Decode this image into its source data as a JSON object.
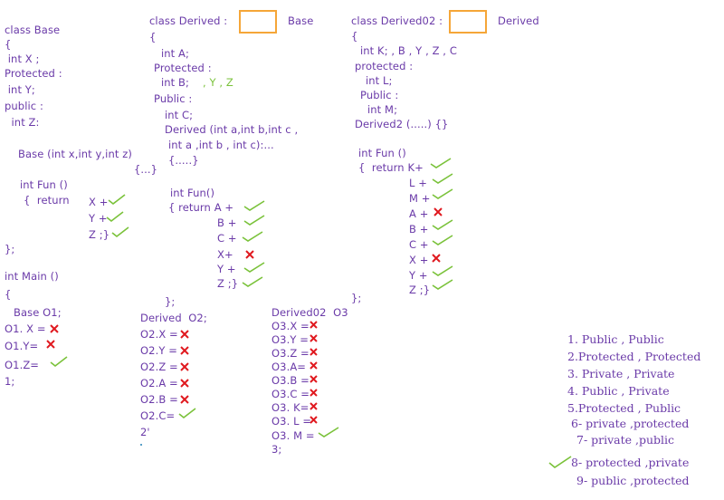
{
  "base": {
    "lines": [
      "class Base",
      "{",
      " int X ;",
      "Protected :",
      " int Y;",
      "public :",
      "  int Z:"
    ],
    "ctor1": "Base (int x,int y,int z)",
    "ctor2": "{...}",
    "fun": "int Fun ()",
    "ret": "{  return",
    "x": "X +",
    "y": "Y +",
    "z": "Z ;}",
    "close": "};"
  },
  "derived": {
    "head": "class Derived :",
    "parent": "Base",
    "lines": [
      "{",
      "int A;",
      "Protected :",
      "int B;",
      "Public :",
      "int C;",
      "Derived (int a,int b,int c ,",
      "int a ,int b , int c):...",
      "{.....}"
    ],
    "b_extra": ", Y , Z",
    "fun": "int Fun()",
    "ret": "{ return A +",
    "b": "B +",
    "c": "C +",
    "x": "X+",
    "y": "Y +",
    "z": "Z ;}",
    "close": "};"
  },
  "derived02": {
    "head": "class Derived02 :",
    "parent": "Derived",
    "lines": [
      "{",
      "int K; , B , Y , Z , C",
      "protected :",
      "int L;",
      "Public :",
      "int M;",
      "Derived2 (.....) {}"
    ],
    "fun": "int Fun ()",
    "ret": "{  return K+",
    "terms": [
      "L +",
      "M +",
      "A +",
      "B +",
      "C +",
      "X +",
      "Y +",
      "Z ;}"
    ],
    "close": "};"
  },
  "main": {
    "head": "int Main ()",
    "open": "{",
    "decl": "Base O1;",
    "o1x": "O1. X =",
    "o1y": "O1.Y=",
    "o1z": "O1.Z=",
    "end": "1;"
  },
  "main2": {
    "decl": "Derived  O2;",
    "rows": [
      "O2.X =",
      "O2.Y =",
      "O2.Z =",
      "O2.A =",
      "O2.B =",
      "O2.C="
    ],
    "end": "2'"
  },
  "main3": {
    "decl": "Derived02  O3",
    "rows": [
      "O3.X =",
      "O3.Y =",
      "O3.Z =",
      "O3.A=",
      "O3.B =",
      "O3.C =",
      "O3. K=",
      "O3. L ="
    ],
    "m": "O3. M =",
    "end": "3;"
  },
  "answers": [
    "1. Public , Public",
    "2.Protected , Protected",
    "3. Private , Private",
    "4. Public , Private",
    "5.Protected , Public",
    "6- private ,protected",
    "7- private ,public",
    "8- protected ,private",
    "9- public ,protected"
  ],
  "colors": {
    "text": "#6a3aa8",
    "check": "#7ac23a",
    "cross": "#e0191f",
    "box": "#f5a638"
  }
}
